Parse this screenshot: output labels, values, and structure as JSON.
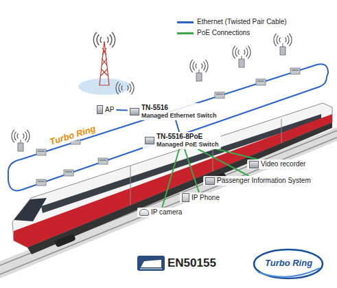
{
  "diagram": {
    "nodes": [
      {
        "text": [
          "AP"
        ]
      },
      {
        "text": [
          "TN-5516",
          "Managed Ethernet Switch"
        ]
      },
      {
        "text": [
          "TN-5516-8PoE",
          "Managed PoE Switch"
        ]
      },
      {
        "text": [
          "Video recorder"
        ]
      },
      {
        "text": [
          "Passenger Information System"
        ]
      },
      {
        "text": [
          "IP Phone"
        ]
      },
      {
        "text": [
          "IP camera"
        ]
      }
    ],
    "edges": [
      {
        "from": 0,
        "to": 1,
        "arrow": "none"
      },
      {
        "from": 1,
        "to": 2,
        "arrow": "none"
      },
      {
        "from": 2,
        "to": 3,
        "arrow": "none"
      },
      {
        "from": 2,
        "to": 4,
        "arrow": "none"
      },
      {
        "from": 2,
        "to": 5,
        "arrow": "none"
      },
      {
        "from": 2,
        "to": 6,
        "arrow": "none"
      }
    ],
    "labels": [
      "Turbo Ring",
      "EN50155",
      "Turbo Ring"
    ],
    "legend": [
      {
        "text": "Ethernet (Twisted Pair Cable)"
      },
      {
        "text": "PoE Connections"
      }
    ]
  }
}
